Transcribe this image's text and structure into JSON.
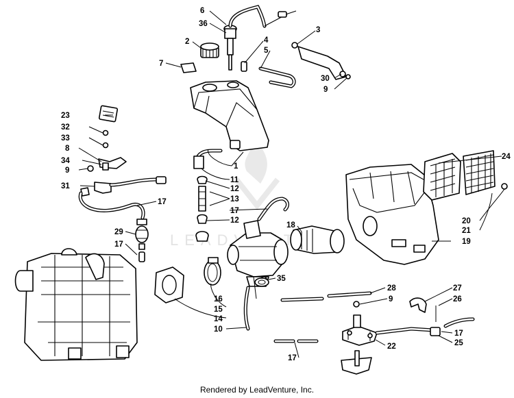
{
  "watermark": {
    "text": "LEADVENTURE"
  },
  "footer": {
    "text": "Rendered by LeadVenture, Inc."
  },
  "callouts": {
    "c1": "1",
    "c2": "2",
    "c3": "3",
    "c4": "4",
    "c5": "5",
    "c6": "6",
    "c7": "7",
    "c8": "8",
    "c9a": "9",
    "c9b": "9",
    "c9c": "9",
    "c10": "10",
    "c11": "11",
    "c12a": "12",
    "c12b": "12",
    "c13": "13",
    "c14": "14",
    "c15": "15",
    "c16": "16",
    "c17a": "17",
    "c17b": "17",
    "c17c": "17",
    "c17d": "17",
    "c17e": "17",
    "c19": "19",
    "c18": "18",
    "c20": "20",
    "c21": "21",
    "c22": "22",
    "c23": "23",
    "c24": "24",
    "c25": "25",
    "c26": "26",
    "c27": "27",
    "c28": "28",
    "c29": "29",
    "c30": "30",
    "c31": "31",
    "c32": "32",
    "c33": "33",
    "c34": "34",
    "c35": "35",
    "c36": "36"
  }
}
